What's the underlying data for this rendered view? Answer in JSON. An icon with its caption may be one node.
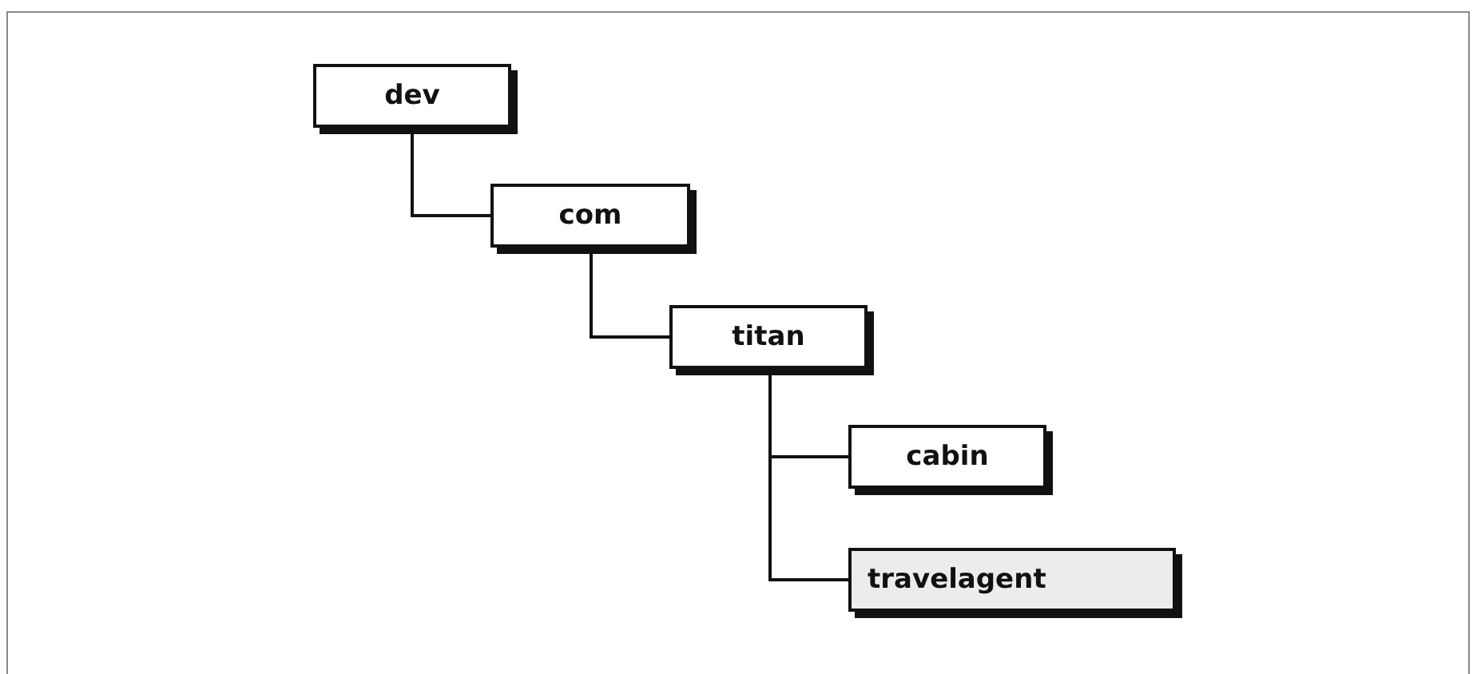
{
  "diagram": {
    "nodes": [
      {
        "text": [
          "dev"
        ]
      },
      {
        "text": [
          "com"
        ]
      },
      {
        "text": [
          "titan"
        ]
      },
      {
        "text": [
          "cabin"
        ]
      },
      {
        "text": [
          "travelagent"
        ]
      }
    ],
    "edges": [
      {
        "from": 0,
        "to": 1,
        "arrow": "none"
      },
      {
        "from": 1,
        "to": 2,
        "arrow": "none"
      },
      {
        "from": 2,
        "to": 3,
        "arrow": "none"
      },
      {
        "from": 2,
        "to": 4,
        "arrow": "none"
      }
    ]
  }
}
